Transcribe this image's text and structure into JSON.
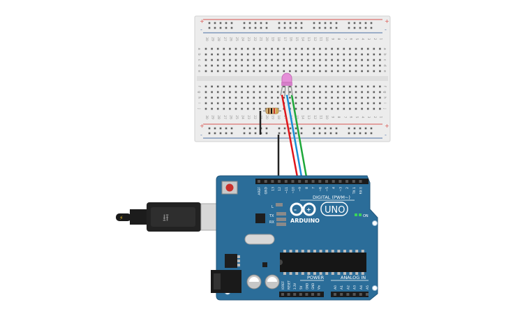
{
  "breadboard": {
    "column_numbers": [
      "30",
      "29",
      "28",
      "27",
      "26",
      "25",
      "24",
      "23",
      "22",
      "21",
      "20",
      "19",
      "18",
      "17",
      "16",
      "15",
      "14",
      "13",
      "12",
      "11",
      "10",
      "9",
      "8",
      "7",
      "6",
      "5",
      "4",
      "3",
      "2",
      "1"
    ],
    "top_rows": [
      "a",
      "b",
      "c",
      "d",
      "e"
    ],
    "bottom_rows": [
      "f",
      "g",
      "h",
      "i",
      "j"
    ],
    "rail_plus": "+",
    "rail_minus": "-"
  },
  "arduino": {
    "brand_label": "ARDUINO",
    "model_label": "UNO",
    "digital_header_label": "DIGITAL (PWM~)",
    "power_label": "POWER",
    "analog_label": "ANALOG IN",
    "on_label": "ON",
    "led_labels": [
      "L",
      "TX",
      "RX"
    ],
    "digital_pins": [
      "AREF",
      "GND",
      "13",
      "12",
      "~11",
      "~10",
      "~9",
      "8",
      "7",
      "~6",
      "~5",
      "4",
      "~3",
      "2",
      "TX 1",
      "RX 0"
    ],
    "power_pins": [
      "IOREF",
      "RESET",
      "3.3V",
      "5V",
      "GND",
      "GND",
      "Vin"
    ],
    "analog_pins": [
      "A0",
      "A1",
      "A2",
      "A3",
      "A4",
      "A5"
    ]
  },
  "colors": {
    "board_blue": "#2b6d99",
    "breadboard": "#ececec",
    "rail_red": "#d9534f",
    "rail_blue": "#4a6fa5",
    "wire_red": "#e0161b",
    "wire_blue": "#1a8fd6",
    "wire_green": "#1ea83a",
    "wire_black": "#222222",
    "led_pink": "#e58fd8"
  }
}
